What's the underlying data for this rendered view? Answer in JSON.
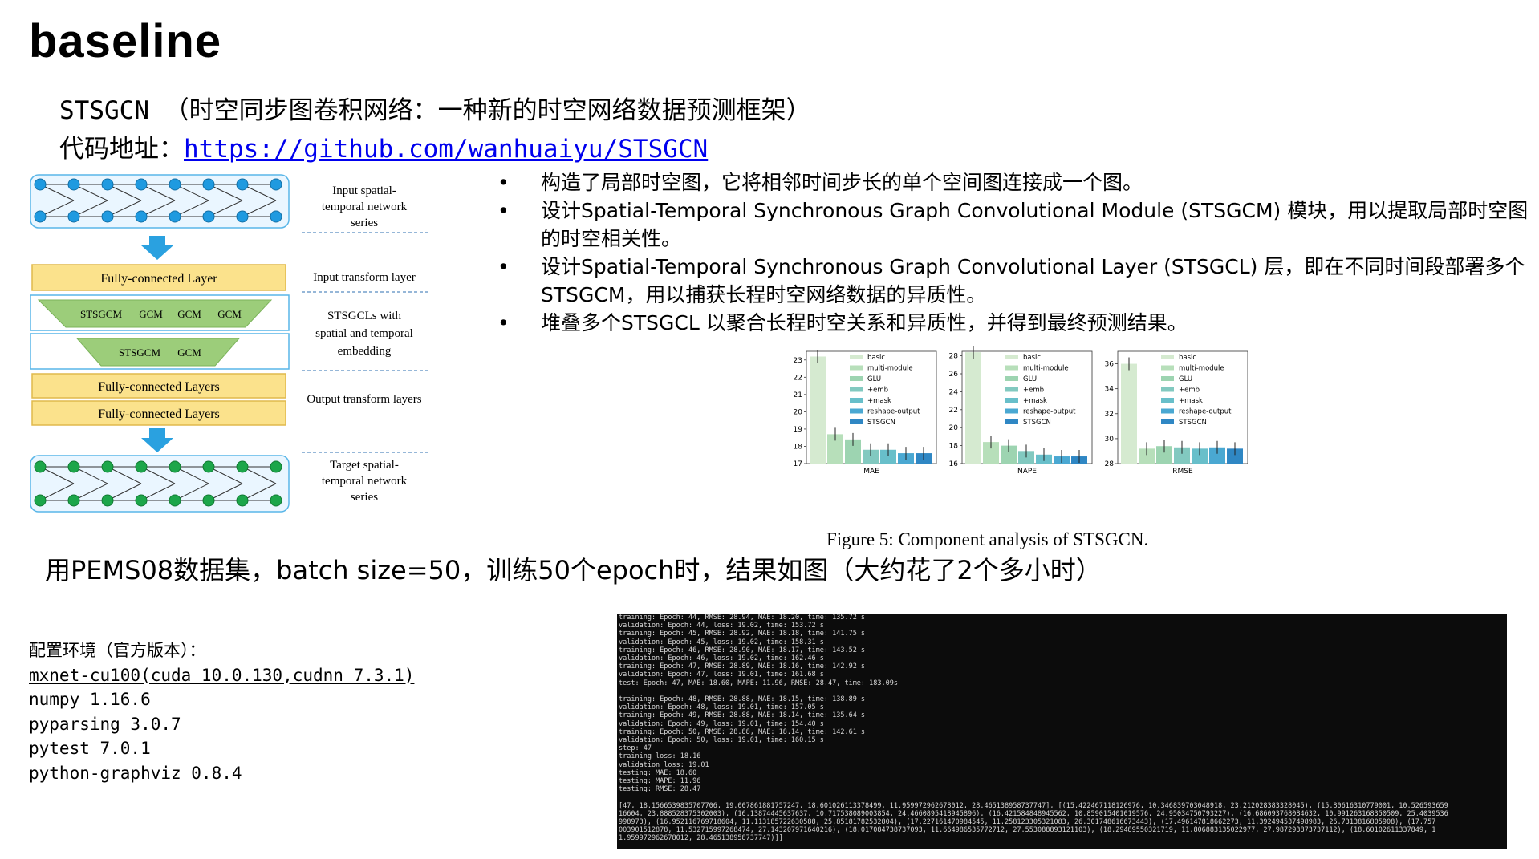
{
  "title": "baseline",
  "subtitle": "STSGCN （时空同步图卷积网络：一种新的时空网络数据预测框架）",
  "code_label": "代码地址：",
  "code_url": "https://github.com/wanhuaiyu/STSGCN",
  "diagram": {
    "input_label": [
      "Input spatial-",
      "temporal network",
      "series"
    ],
    "input_transform_label": "Input transform layer",
    "stsgcl_label": [
      "STSGCLs with",
      "spatial and temporal",
      "embedding"
    ],
    "output_transform_label": "Output transform layers",
    "target_label": [
      "Target spatial-",
      "temporal network",
      "series"
    ],
    "fc_layer": "Fully-connected Layer",
    "fc_layers": "Fully-connected Layers",
    "stsgcm": "STSGCM",
    "gcm": "GCM"
  },
  "bullets": [
    "构造了局部时空图，它将相邻时间步长的单个空间图连接成一个图。",
    "设计Spatial-Temporal Synchronous Graph Convolutional Module (STSGCM) 模块，用以提取局部时空图的时空相关性。",
    "设计Spatial-Temporal Synchronous Graph Convolutional Layer (STSGCL) 层，即在不同时间段部署多个STSGCM，用以捕获长程时空网络数据的异质性。",
    "堆叠多个STSGCL 以聚合长程时空关系和异质性，并得到最终预测结果。"
  ],
  "bullet_char": "•",
  "figure_caption": "Figure 5: Component analysis of STSGCN.",
  "chart_data": [
    {
      "type": "bar",
      "xlabel": "MAE",
      "ylim": [
        17,
        23.5
      ],
      "yticks": [
        17,
        18,
        19,
        20,
        21,
        22,
        23
      ],
      "categories": [
        "basic",
        "multi-module",
        "GLU",
        "+emb",
        "+mask",
        "reshape-output",
        "STSGCN"
      ],
      "values": [
        23.2,
        18.7,
        18.4,
        17.8,
        17.8,
        17.6,
        17.6
      ],
      "colors": [
        "#d5ead0",
        "#b7dfba",
        "#9dd4b1",
        "#82c9c0",
        "#68bfca",
        "#4aa8d2",
        "#2f87c4"
      ]
    },
    {
      "type": "bar",
      "xlabel": "NAPE",
      "ylim": [
        16,
        28.5
      ],
      "yticks": [
        16,
        18,
        20,
        22,
        24,
        26,
        28
      ],
      "categories": [
        "basic",
        "multi-module",
        "GLU",
        "+emb",
        "+mask",
        "reshape-output",
        "STSGCN"
      ],
      "values": [
        28.4,
        18.4,
        18.0,
        17.4,
        17.0,
        16.8,
        16.8
      ],
      "colors": [
        "#d5ead0",
        "#b7dfba",
        "#9dd4b1",
        "#82c9c0",
        "#68bfca",
        "#4aa8d2",
        "#2f87c4"
      ]
    },
    {
      "type": "bar",
      "xlabel": "RMSE",
      "ylim": [
        28,
        37
      ],
      "yticks": [
        28,
        30,
        32,
        34,
        36
      ],
      "categories": [
        "basic",
        "multi-module",
        "GLU",
        "+emb",
        "+mask",
        "reshape-output",
        "STSGCN"
      ],
      "values": [
        36.0,
        29.2,
        29.4,
        29.3,
        29.2,
        29.3,
        29.2
      ],
      "colors": [
        "#d5ead0",
        "#b7dfba",
        "#9dd4b1",
        "#82c9c0",
        "#68bfca",
        "#4aa8d2",
        "#2f87c4"
      ]
    }
  ],
  "pems_text": "用PEMS08数据集，batch size=50，训练50个epoch时，结果如图（大约花了2个多小时）",
  "env": {
    "heading": "配置环境（官方版本）：",
    "items": [
      "mxnet-cu100(cuda 10.0.130,cudnn 7.3.1)",
      "numpy 1.16.6",
      "pyparsing 3.0.7",
      "pytest 7.0.1",
      "python-graphviz 0.8.4"
    ]
  },
  "terminal_lines": [
    "training: Epoch: 44, RMSE: 28.94, MAE: 18.20, time: 135.72 s",
    "validation: Epoch: 44, loss: 19.02, time: 153.72 s",
    "training: Epoch: 45, RMSE: 28.92, MAE: 18.18, time: 141.75 s",
    "validation: Epoch: 45, loss: 19.02, time: 158.31 s",
    "training: Epoch: 46, RMSE: 28.90, MAE: 18.17, time: 143.52 s",
    "validation: Epoch: 46, loss: 19.02, time: 162.46 s",
    "training: Epoch: 47, RMSE: 28.89, MAE: 18.16, time: 142.92 s",
    "validation: Epoch: 47, loss: 19.01, time: 161.68 s",
    "test: Epoch: 47, MAE: 18.60, MAPE: 11.96, RMSE: 28.47, time: 183.09s",
    "",
    "training: Epoch: 48, RMSE: 28.88, MAE: 18.15, time: 138.89 s",
    "validation: Epoch: 48, loss: 19.01, time: 157.05 s",
    "training: Epoch: 49, RMSE: 28.88, MAE: 18.14, time: 135.64 s",
    "validation: Epoch: 49, loss: 19.01, time: 154.40 s",
    "training: Epoch: 50, RMSE: 28.88, MAE: 18.14, time: 142.61 s",
    "validation: Epoch: 50, loss: 19.01, time: 160.15 s",
    "step: 47",
    "training loss: 18.16",
    "validation loss: 19.01",
    "testing: MAE: 18.60",
    "testing: MAPE: 11.96",
    "testing: RMSE: 28.47",
    "",
    "[47, 18.1566539835707706, 19.007861881757247, 18.601026113378499, 11.959972962678012, 28.465138958737747], [(15.422467118126976, 10.346839703048918, 23.212028383328045), (15.80616310779001, 10.526593659",
    "16604, 23.888528375302003), (16.13874445637637, 10.717538089003854, 24.4660895418945896), (16.421584848945562, 10.859015401019576, 24.95034750793227), (16.686093768084632, 10.991263168350509, 25.4039536",
    "998973), (16.952116769718604, 11.113185722630588, 25.85181782532804), (17.227161470984545, 11.258123305321083, 26.301748616673443), (17.496147818662273, 11.392494537498983, 26.7313816805908), (17.757",
    "003901512878, 11.532715997268474, 27.143207971640216), (18.017084738737093, 11.664986535772712, 27.553088893121103), (18.29489550321719, 11.806883135022977, 27.987293873737112), (18.60102611337849, 1",
    "1.959972962678012, 28.465138958737747)]]"
  ]
}
